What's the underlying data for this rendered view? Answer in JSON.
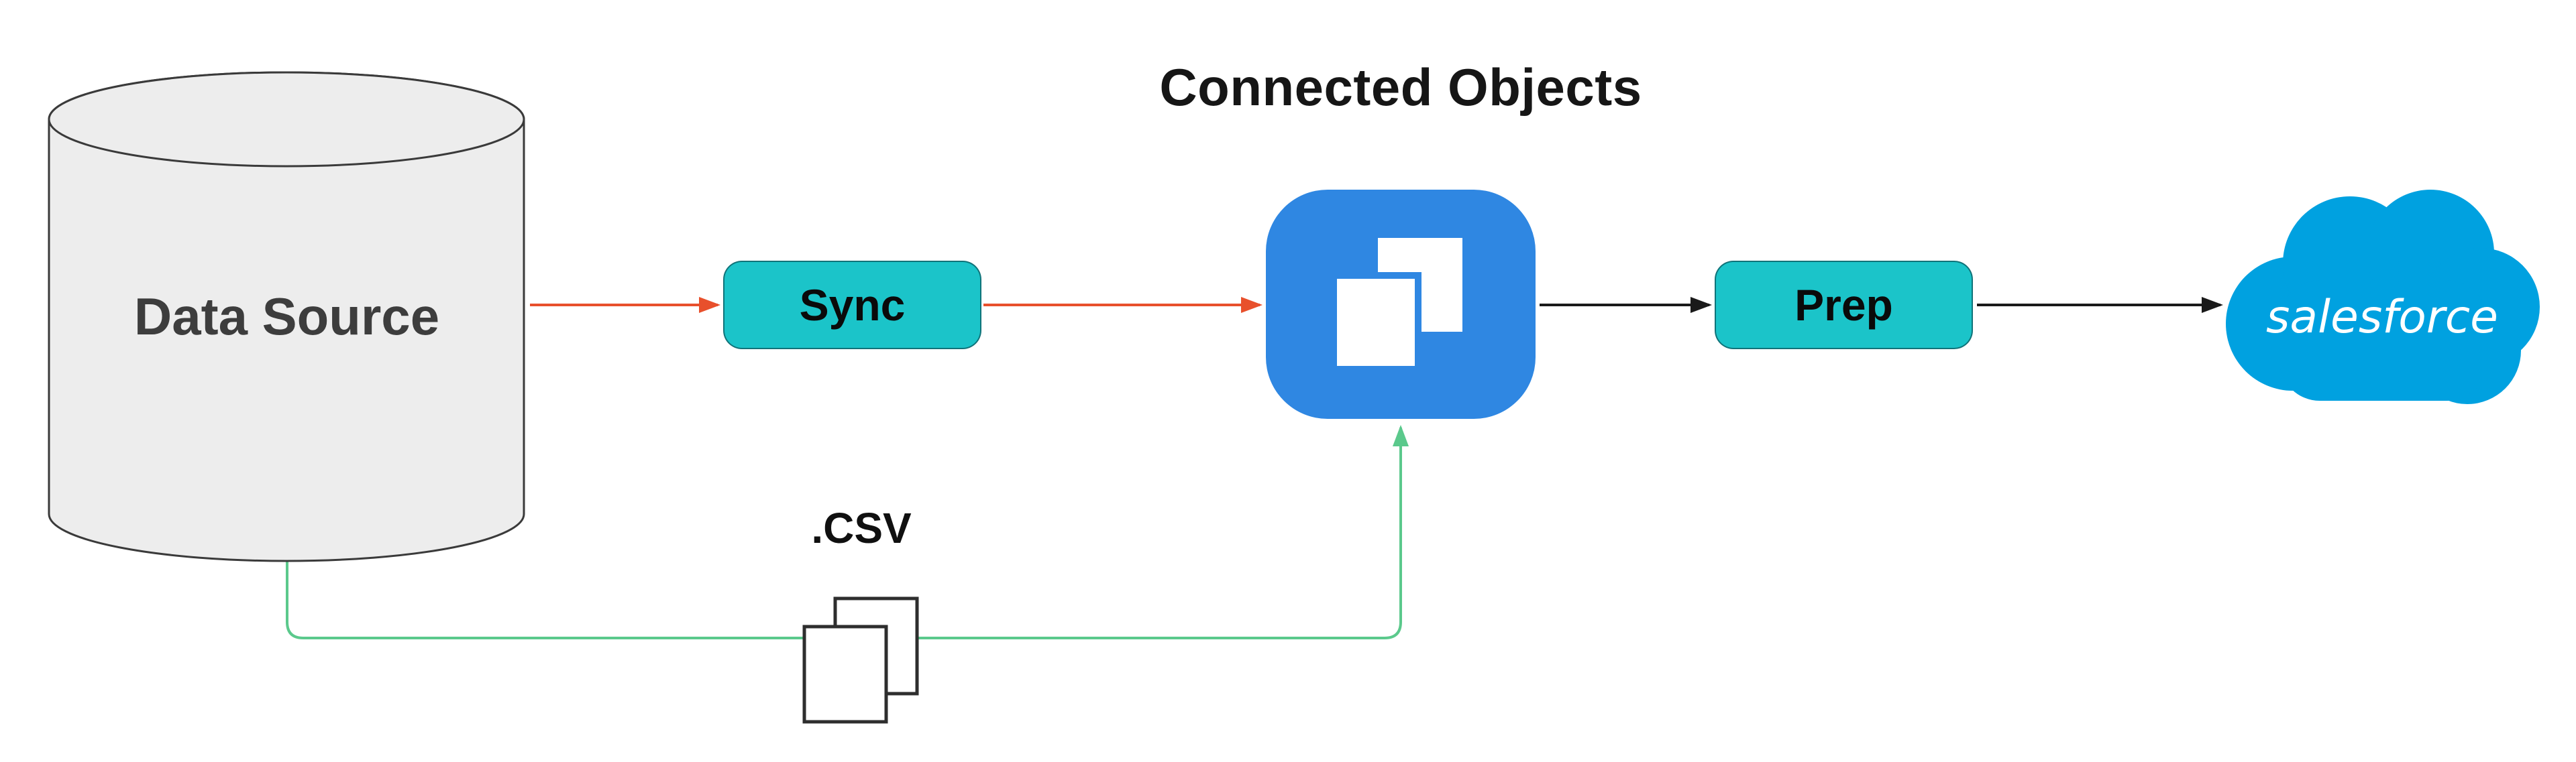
{
  "diagram": {
    "title": "Connected Objects",
    "nodes": {
      "data_source": {
        "label": "Data Source",
        "shape": "database-cylinder"
      },
      "sync": {
        "label": "Sync",
        "shape": "teal-pill"
      },
      "connected_objects": {
        "label": "Connected Objects",
        "shape": "blue-rounded-square",
        "icon": "documents-icon"
      },
      "prep": {
        "label": "Prep",
        "shape": "teal-pill"
      },
      "csv": {
        "label": ".CSV",
        "icon": "documents-icon"
      },
      "salesforce": {
        "label": "salesforce",
        "icon": "salesforce-cloud-logo"
      }
    },
    "flows": [
      {
        "from": "data_source",
        "to": "sync",
        "color": "orange"
      },
      {
        "from": "sync",
        "to": "connected_objects",
        "color": "orange"
      },
      {
        "from": "connected_objects",
        "to": "prep",
        "color": "black"
      },
      {
        "from": "prep",
        "to": "salesforce",
        "color": "black"
      },
      {
        "from": "data_source",
        "to": "connected_objects",
        "via": "csv",
        "color": "green"
      }
    ],
    "colors": {
      "teal": "#1BC4C9",
      "blue": "#2F87E2",
      "orange": "#E8502C",
      "green": "#5BC98C",
      "salesforce_blue": "#00A1E0",
      "cylinder_fill": "#EDEDED",
      "text_dark": "#3D3D3D"
    }
  }
}
